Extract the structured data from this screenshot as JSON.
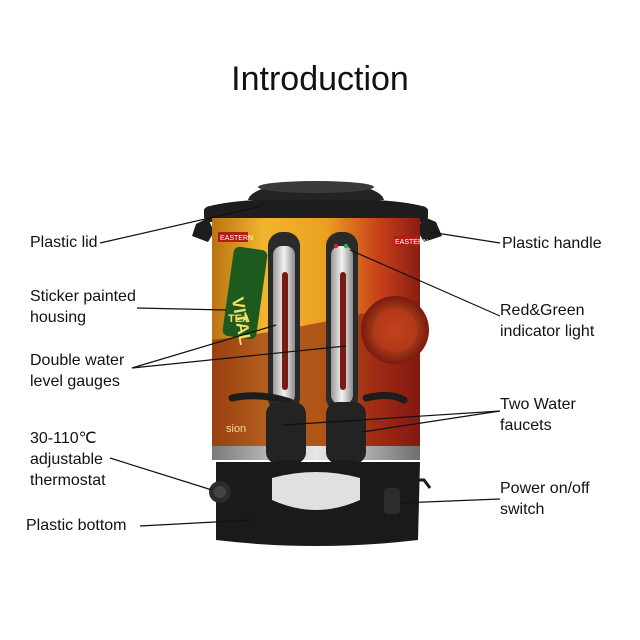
{
  "title": "Introduction",
  "labels": {
    "plastic_lid": "Plastic lid",
    "sticker_line1": "Sticker painted",
    "sticker_line2": "housing",
    "gauges_line1": "Double water",
    "gauges_line2": "level gauges",
    "thermo_line1": "30-110℃",
    "thermo_line2": "adjustable",
    "thermo_line3": "thermostat",
    "plastic_bottom": "Plastic bottom",
    "plastic_handle": "Plastic handle",
    "indicator_line1": "Red&Green",
    "indicator_line2": "indicator light",
    "faucets_line1": "Two Water",
    "faucets_line2": "faucets",
    "power_line1": "Power on/off",
    "power_line2": "switch"
  },
  "product_sticker": {
    "brand": "EASTERN",
    "tea_big": "VITAL",
    "tea_small": "TEA",
    "side_text": "sion"
  },
  "colors": {
    "body_black": "#1c1c1c",
    "sticker_orange": "#e59a1c",
    "sticker_red": "#a8231a",
    "gauge_silver": "#d9d9d9"
  }
}
